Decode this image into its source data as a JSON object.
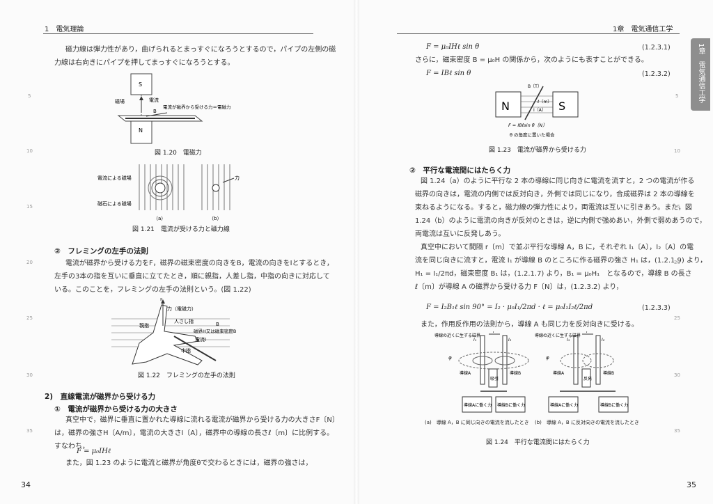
{
  "left": {
    "header": "1　電気理論",
    "page_number": "34",
    "intro": [
      "磁力線は弾力性があり，曲げられるとまっすぐになろうとするので，パイプの左側の磁",
      "力線は右向きにパイプを押してまっすぐになろうとする。"
    ],
    "fig120": {
      "caption": "図 1.20　電磁力",
      "label_S": "S",
      "label_N": "N",
      "label_field": "磁場",
      "label_current": "電流",
      "label_B": "B",
      "label_force": "電流が磁界から受ける力＝電磁力"
    },
    "fig121": {
      "caption": "図 1.21　電流が受ける力と磁力線",
      "label_current_field": "電流による磁場",
      "label_magnet_field": "磁石による磁場",
      "label_force": "力",
      "label_a": "（a）",
      "label_b": "（b）"
    },
    "section_fleming": {
      "heading": "②　フレミングの左手の法則",
      "lines": [
        "電流が磁界から受ける力をF，磁界の磁束密度の向きをB，電流の向きをIとするとき，",
        "左手の3本の指を互いに垂直に立てたとき，順に親指，人差し指，中指の向きに対応して",
        "いる。このことを，フレミングの左手の法則という。(図 1.22)"
      ]
    },
    "fig122": {
      "caption": "図 1.22　フレミングの左手の法則",
      "label_F": "F",
      "label_force": "力（電磁力）",
      "label_thumb": "親指",
      "label_index": "人さし指",
      "label_flux": "磁界H又は磁束密度B",
      "label_current": "電流I",
      "label_middle": "中指",
      "label_B": "B"
    },
    "section_2": {
      "heading": "2)　直線電流が磁界から受ける力",
      "sub_heading": "①　電流が磁界から受ける力の大きさ",
      "lines": [
        "真空中で，磁界に垂直に置かれた導線に流れる電流が磁界から受ける力の大きさF〔N〕",
        "は，磁界の強さH〔A/m〕，電流の大きさI〔A〕，磁界中の導線の長さℓ〔m〕に比例する。",
        "すなわち，"
      ],
      "formula": "F = μ₀IHℓ",
      "after": "また，図 1.23 のように電流と磁界が角度θで交わるときには，磁界の強さは，"
    },
    "line_numbers": [
      "5",
      "10",
      "15",
      "20",
      "25",
      "30",
      "35"
    ]
  },
  "right": {
    "header": "1章　電気通信工学",
    "page_number": "35",
    "tab": "1章　電気通信工学",
    "formula1": "F = μ₀IHℓ sin θ",
    "eq1": "(1.2.3.1)",
    "text1": "さらに，磁束密度 B = μ₀H の関係から，次のようにも表すことができる。",
    "formula2": "F = IBℓ sin θ",
    "eq2": "(1.2.3.2)",
    "fig123": {
      "caption": "図 1.23　電流が磁界から受ける力",
      "label_N": "N",
      "label_S": "S",
      "label_BT": "B〔T〕",
      "label_l": "ℓ〔m〕",
      "label_I": "I〔A〕",
      "label_formula": "F = IBℓsin θ〔N〕",
      "label_angle": "θ の角度に置いた場合"
    },
    "section_parallel": {
      "heading": "②　平行な電流間にはたらく力",
      "lines": [
        "図 1.24（a）のように平行な 2 本の導線に同じ向きに電流を流すと，2 つの電流が作る",
        "磁界の向きは，電流の内側では反対向き，外側では同じになり，合成磁界は 2 本の導線を",
        "束ねるようになる。すると，磁力線の弾力性により，両電流は互いに引きあう。また，図",
        "1.24（b）のように電流の向きが反対のときは，逆に内側で強めあい，外側で弱めあうので，",
        "両電流は互いに反発しあう。",
        "真空中において間隔 r〔m〕で並ぶ平行な導線 A，B に，それぞれ I₁〔A〕，I₂〔A〕の電",
        "流を同じ向きに流すと，電流 I₁ が導線 B のところに作る磁界の強さ H₁ は，(1.2.1.9) より，",
        "H₁ = I₁/2πd，磁束密度 B₁ は，(1.2.1.7) より，B₁ = μ₀H₁　となるので，導線 B の長さ",
        "ℓ〔m〕が導線 A の磁界から受ける力 F〔N〕は，(1.2.3.2) より，"
      ],
      "formula3": "F = I₂B₁ℓ sin 90° = I₂ · μ₀I₁/2πd · ℓ = μ₀I₁I₂ℓ/2πd",
      "eq3": "(1.2.3.3)",
      "after": "また，作用反作用の法則から，導線 A も同じ力を反対向きに受ける。"
    },
    "fig124": {
      "caption": "図 1.24　平行な電流間にはたらく力",
      "label_near_a": "導線の近くに生ずる磁界",
      "label_near_b": "導線の近くに生ずる磁界",
      "label_wireA": "導線A",
      "label_wireB": "導線B",
      "label_attract": "吸引",
      "label_repel": "反発",
      "label_forceA": "導線Aに働く力",
      "label_forceB": "導線Bに働く力",
      "label_I1": "I₁",
      "label_I2": "I₂",
      "label_r": "r",
      "label_phi": "φ",
      "sub_a": "(a)　導線 A，B に同じ向きの電流を流したとき",
      "sub_b": "(b)　導線 A，B に反対向きの電流を流したとき"
    },
    "line_numbers": [
      "5",
      "10",
      "15",
      "20",
      "25",
      "30",
      "35"
    ]
  }
}
